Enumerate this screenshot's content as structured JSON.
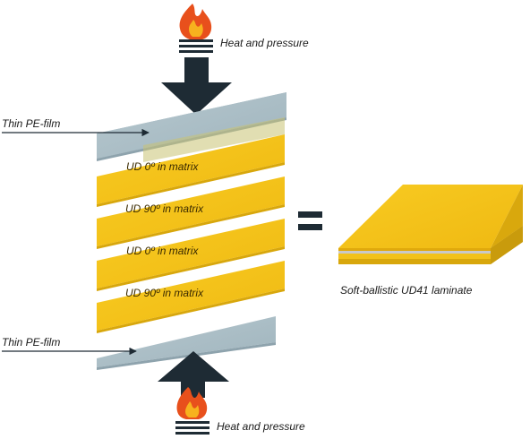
{
  "heat_top_label": "Heat and pressure",
  "heat_bottom_label": "Heat and pressure",
  "film_top_label": "Thin PE-film",
  "film_bottom_label": "Thin PE-film",
  "layers": [
    {
      "label": "UD 0º in matrix"
    },
    {
      "label": "UD 90º in matrix"
    },
    {
      "label": "UD 0º in matrix"
    },
    {
      "label": "UD 90º in matrix"
    }
  ],
  "result_label": "Soft-ballistic UD41 laminate",
  "colors": {
    "ud_layer": "#f6c416",
    "ud_layer_edge": "#d8a70c",
    "film": "#a9bcc5",
    "film_overlap": "#c9c272",
    "arrow": "#1e2b34",
    "flame_outer": "#e8501c",
    "flame_inner": "#f7b21e",
    "equals": "#1e2b34"
  }
}
